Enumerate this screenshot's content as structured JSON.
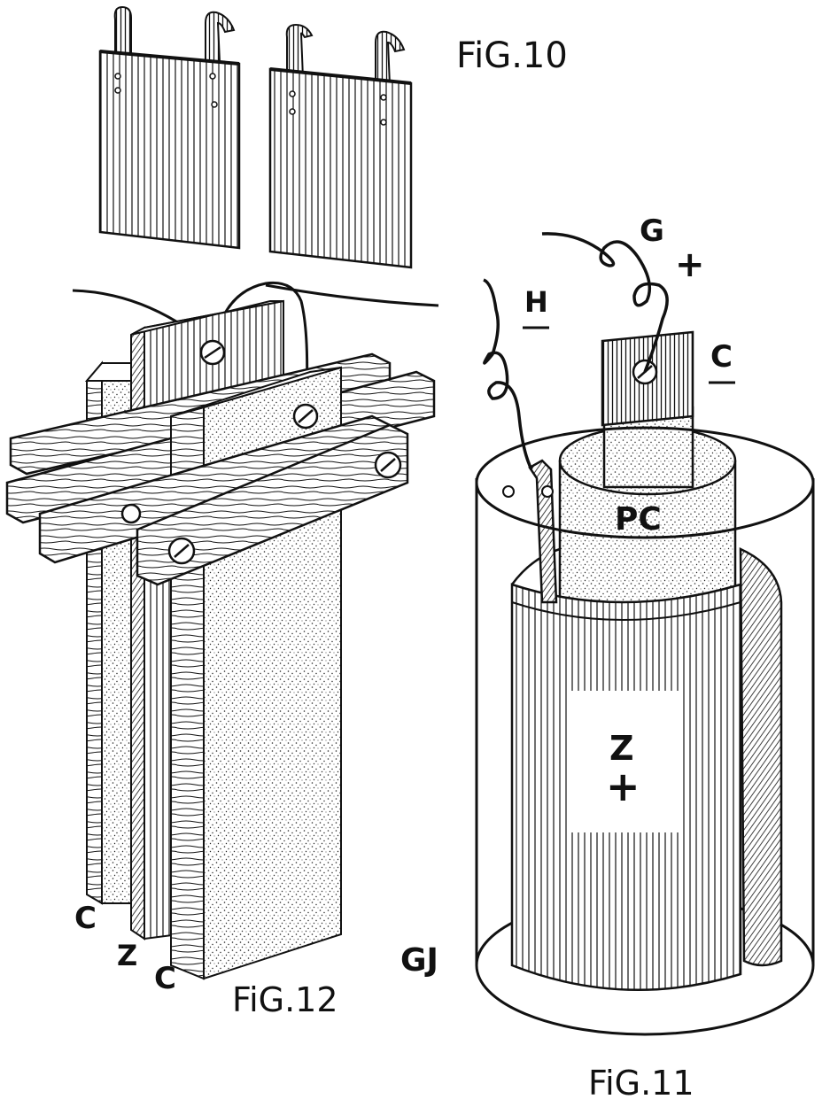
{
  "fig10": {
    "caption": "FiG.10"
  },
  "fig11": {
    "caption": "FiG.11",
    "labels": {
      "g": "G",
      "g_sign": "+",
      "c": "C",
      "h": "H",
      "pc": "PC",
      "z": "Z",
      "z_sign": "+",
      "gj": "GJ"
    }
  },
  "fig12": {
    "caption": "FiG.12",
    "labels": {
      "c_left": "C",
      "z": "Z",
      "c_right": "C"
    }
  },
  "colors": {
    "ink": "#111111",
    "paper": "#ffffff"
  }
}
